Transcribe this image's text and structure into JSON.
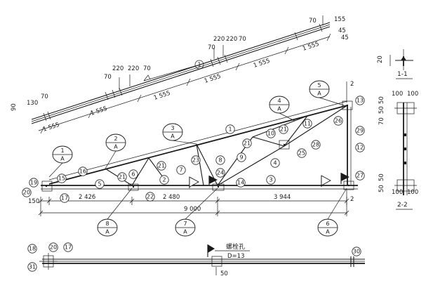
{
  "top_chord_plan": {
    "segments": [
      "1 555",
      "1 555",
      "1 555",
      "1 555",
      "1 555",
      "1 555"
    ],
    "offsets_left": [
      "90",
      "130",
      "70"
    ],
    "offsets_mid": [
      "70",
      "220",
      "220",
      "70"
    ],
    "offsets_mid2": [
      "70",
      "220",
      "220",
      "70"
    ],
    "offsets_right": [
      "70",
      "155",
      "45",
      "45"
    ]
  },
  "member_ids": [
    "1",
    "2",
    "3",
    "4",
    "5",
    "6",
    "7",
    "8",
    "9",
    "10",
    "11",
    "12",
    "13",
    "14",
    "15",
    "16",
    "17",
    "18",
    "19",
    "20",
    "21",
    "22",
    "23",
    "24",
    "25",
    "26",
    "27",
    "28",
    "29",
    "30",
    "31"
  ],
  "detail_callouts": [
    {
      "num": "1",
      "ref": "A"
    },
    {
      "num": "2",
      "ref": "A"
    },
    {
      "num": "3",
      "ref": "A"
    },
    {
      "num": "4",
      "ref": "A"
    },
    {
      "num": "5",
      "ref": "A"
    },
    {
      "num": "6",
      "ref": "A"
    },
    {
      "num": "7",
      "ref": "A"
    },
    {
      "num": "8",
      "ref": "A"
    }
  ],
  "elevation_dims": {
    "left_end": "150",
    "panels": [
      "2 426",
      "2 480",
      "3 944"
    ],
    "span": "9 000",
    "right_mark": "2",
    "top_mark": "2"
  },
  "sections": {
    "s11": {
      "label": "1-1",
      "dim": "20"
    },
    "s22": {
      "label": "2-2",
      "dims_top": [
        "100",
        "100"
      ],
      "dims_bottom": [
        "100",
        "100"
      ],
      "side_top": [
        "50",
        "50",
        "70"
      ],
      "side_bottom": [
        "50",
        "50"
      ]
    }
  },
  "bottom_chord_plan": {
    "bolt_hole_label": "螺栓孔",
    "bolt_hole_dia": "D=13",
    "bolt_offset": "50"
  }
}
